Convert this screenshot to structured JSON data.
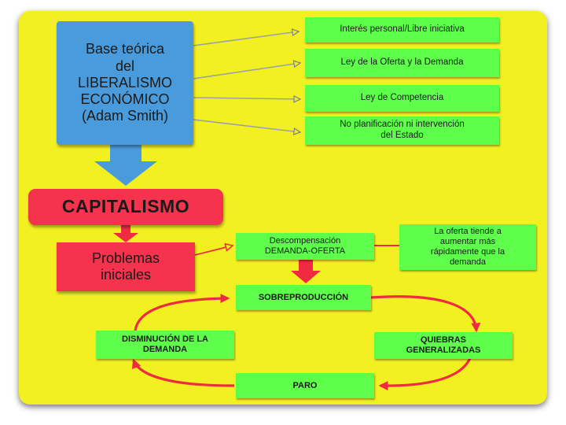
{
  "nodes": {
    "base_teorica": "Base teórica\ndel\nLIBERALISMO\nECONÓMICO\n(Adam Smith)",
    "interes_personal": "Interés personal/Libre iniciativa",
    "ley_oferta_demanda": "Ley de la Oferta y la Demanda",
    "ley_competencia": "Ley de Competencia",
    "no_planificacion": "No planificación ni intervención\ndel Estado",
    "capitalismo": "CAPITALISMO",
    "problemas_iniciales": "Problemas\niniciales",
    "descompensacion": "Descompensación\nDEMANDA-OFERTA",
    "oferta_tiende": "La oferta tiende a\naumentar más\nrápidamente que la\ndemanda",
    "sobreproduccion": "SOBREPRODUCCIÓN",
    "disminucion_demanda": "DISMINUCIÓN DE LA\nDEMANDA",
    "quiebras": "QUIEBRAS\nGENERALIZADAS",
    "paro": "PARO"
  },
  "colors": {
    "background": "#f3f021",
    "base_box": "#4a9bdc",
    "green_box": "#5dff4b",
    "red_box": "#f5334d",
    "red_arrow": "#f02a40",
    "line_gray": "#9aa0a8"
  }
}
